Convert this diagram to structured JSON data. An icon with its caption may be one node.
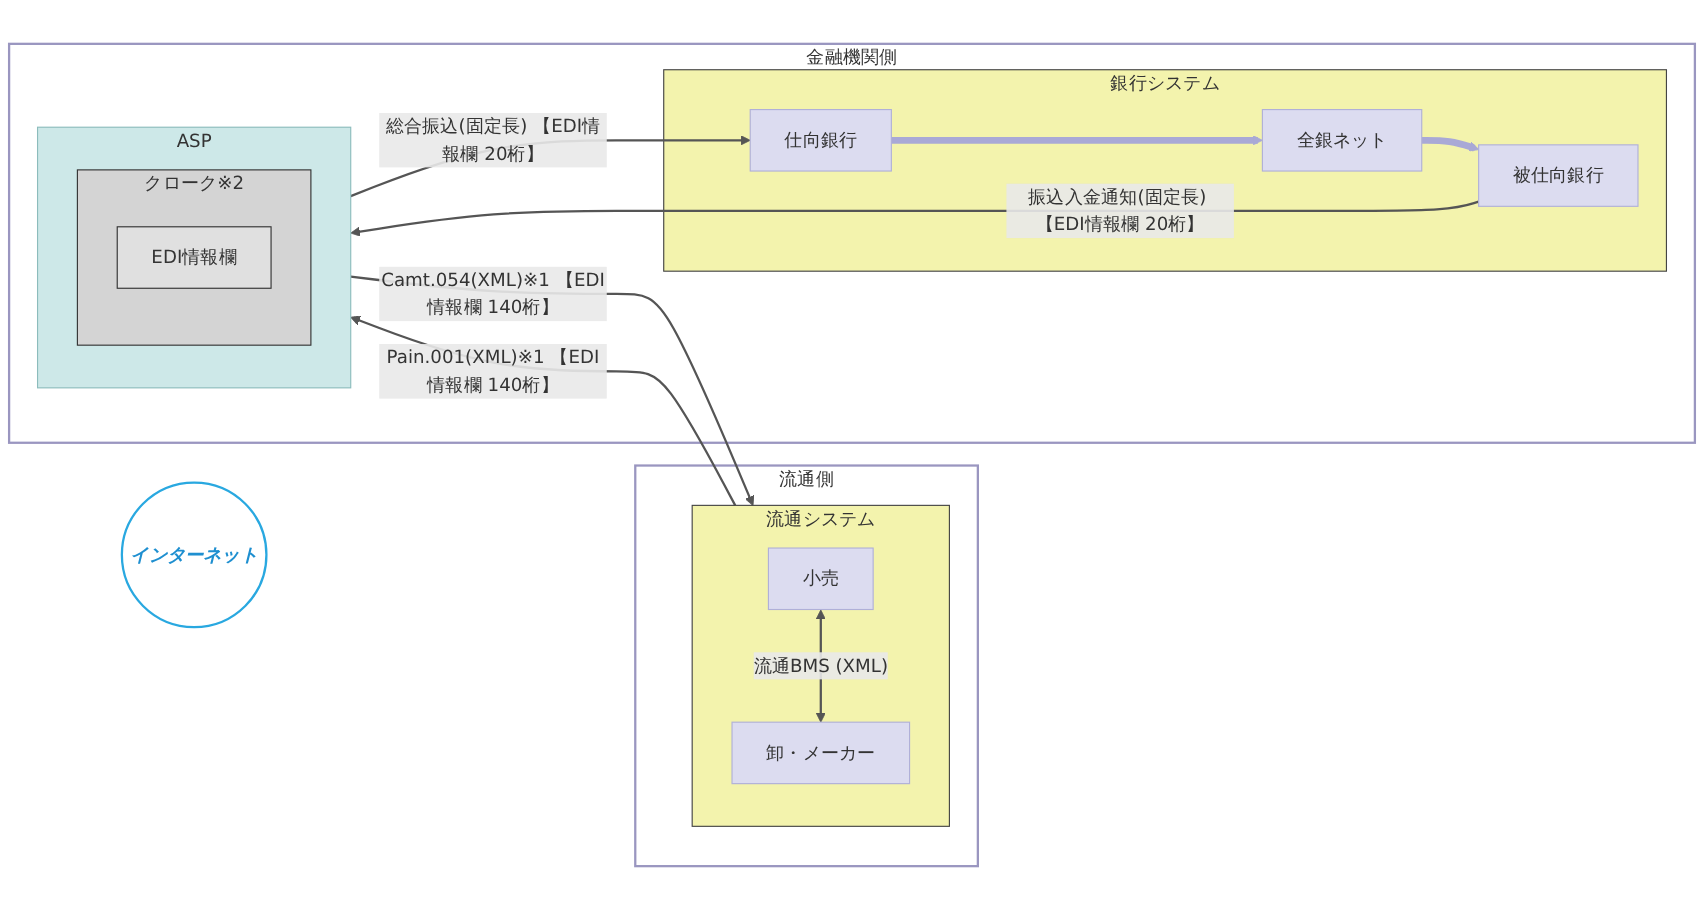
{
  "diagram": {
    "nodes": [
      {
        "text": [
          "流通側"
        ]
      },
      {
        "text": [
          "流通システム"
        ],
        "in": 0
      },
      {
        "text": [
          "小売"
        ],
        "in": 1
      },
      {
        "text": [
          "卸・メーカー"
        ],
        "in": 1
      },
      {
        "text": [
          "インターネット"
        ]
      },
      {
        "text": [
          "金融機関側"
        ]
      },
      {
        "text": [
          "ASP"
        ],
        "in": 5
      },
      {
        "text": [
          "クローク※2"
        ],
        "in": 6
      },
      {
        "text": [
          "EDI情報欄"
        ],
        "in": 7
      },
      {
        "text": [
          "銀行システム"
        ],
        "in": 5
      },
      {
        "text": [
          "仕向銀行"
        ],
        "in": 9
      },
      {
        "text": [
          "全銀ネット"
        ],
        "in": 9
      },
      {
        "text": [
          "被仕向銀行"
        ],
        "in": 9
      }
    ],
    "edges": [
      {
        "from": 2,
        "to": 3,
        "arrow": "both",
        "label": "流通BMS (XML)"
      },
      {
        "from": 1,
        "to": 6,
        "arrow": "to",
        "label": "Pain.001(XML)※1 【EDI情報欄 140桁】"
      },
      {
        "from": 6,
        "to": 10,
        "arrow": "to",
        "label": "総合振込(固定長) 【EDI情報欄 20桁】"
      },
      {
        "from": 10,
        "to": 11,
        "arrow": "to",
        "style": "thick",
        "color": "#a9a9d6"
      },
      {
        "from": 11,
        "to": 12,
        "arrow": "to",
        "style": "thick",
        "color": "#a9a9d6"
      },
      {
        "from": 12,
        "to": 6,
        "arrow": "to",
        "label": "振込入金通知(固定長) 【EDI情報欄 20桁】"
      },
      {
        "from": 6,
        "to": 1,
        "arrow": "to",
        "label": "Camt.054(XML)※1 【EDI情報欄 140桁】"
      }
    ]
  }
}
